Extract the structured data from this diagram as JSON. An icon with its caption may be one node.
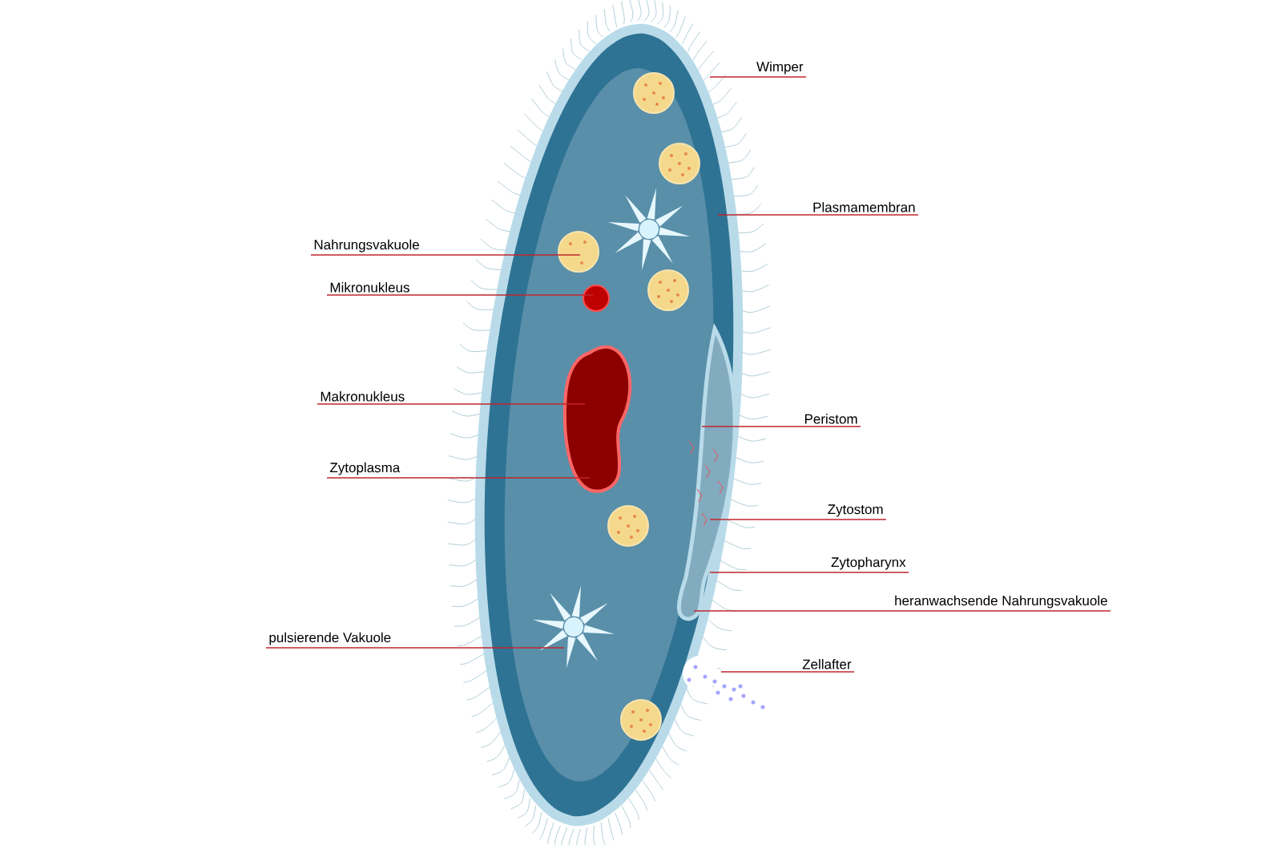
{
  "diagram": {
    "nodes": [
      {
        "text": [
          "Wimper"
        ]
      },
      {
        "text": [
          "Plasmamembran"
        ]
      },
      {
        "text": [
          "Nahrungsvakuole"
        ]
      },
      {
        "text": [
          "Mikronukleus"
        ]
      },
      {
        "text": [
          "Makronukleus"
        ]
      },
      {
        "text": [
          "Peristom"
        ]
      },
      {
        "text": [
          "Zytoplasma"
        ]
      },
      {
        "text": [
          "Zytostom"
        ]
      },
      {
        "text": [
          "Zytopharynx"
        ]
      },
      {
        "text": [
          "heranwachsende Nahrungsvakuole"
        ]
      },
      {
        "text": [
          "pulsierende Vakuole"
        ]
      },
      {
        "text": [
          "Zellafter"
        ]
      }
    ],
    "edges": [
      {
        "from": 0,
        "to": null,
        "arrow": "none"
      },
      {
        "from": 1,
        "to": null,
        "arrow": "none"
      },
      {
        "from": 2,
        "to": null,
        "arrow": "none"
      },
      {
        "from": 3,
        "to": null,
        "arrow": "none"
      },
      {
        "from": 4,
        "to": null,
        "arrow": "none"
      },
      {
        "from": 5,
        "to": null,
        "arrow": "none"
      },
      {
        "from": 6,
        "to": null,
        "arrow": "none"
      },
      {
        "from": 7,
        "to": null,
        "arrow": "none"
      },
      {
        "from": 8,
        "to": null,
        "arrow": "none"
      },
      {
        "from": 9,
        "to": null,
        "arrow": "none"
      },
      {
        "from": 10,
        "to": null,
        "arrow": "none"
      },
      {
        "from": 11,
        "to": null,
        "arrow": "none"
      }
    ]
  }
}
